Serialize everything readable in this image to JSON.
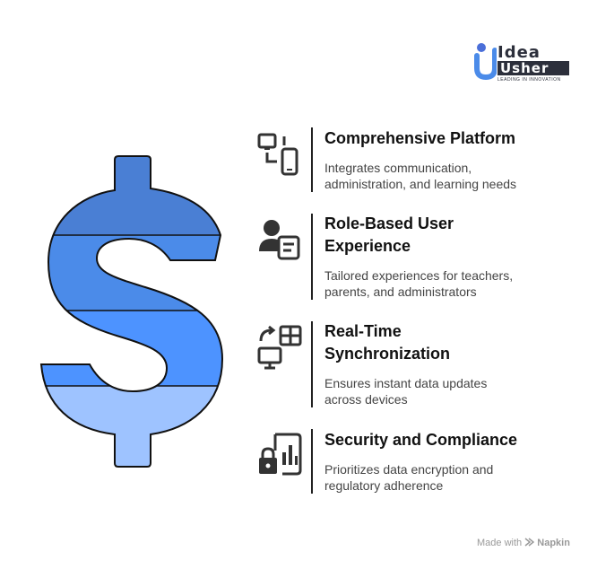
{
  "logo": {
    "word_top": "Idea",
    "word_bottom": "Usher",
    "tagline": "LEADING IN INNOVATION"
  },
  "items": [
    {
      "title_lines": [
        "Comprehensive Platform"
      ],
      "desc_lines": [
        "Integrates communication,",
        "administration, and learning needs"
      ],
      "icon": "devices-sync-icon"
    },
    {
      "title_lines": [
        "Role-Based User",
        "Experience"
      ],
      "desc_lines": [
        "Tailored experiences for teachers,",
        "parents, and administrators"
      ],
      "icon": "user-document-icon"
    },
    {
      "title_lines": [
        "Real-Time",
        "Synchronization"
      ],
      "desc_lines": [
        "Ensures instant data updates",
        "across devices"
      ],
      "icon": "monitor-sync-icon"
    },
    {
      "title_lines": [
        "Security and Compliance"
      ],
      "desc_lines": [
        "Prioritizes data encryption and",
        "regulatory adherence"
      ],
      "icon": "lock-chart-icon"
    }
  ],
  "colors": {
    "band1": "#4a7fd4",
    "band2": "#4b8be9",
    "band3": "#4d93ff",
    "band4": "#9ec3ff",
    "outline": "#111111"
  },
  "footer": {
    "made_with": "Made with",
    "brand": "Napkin"
  }
}
